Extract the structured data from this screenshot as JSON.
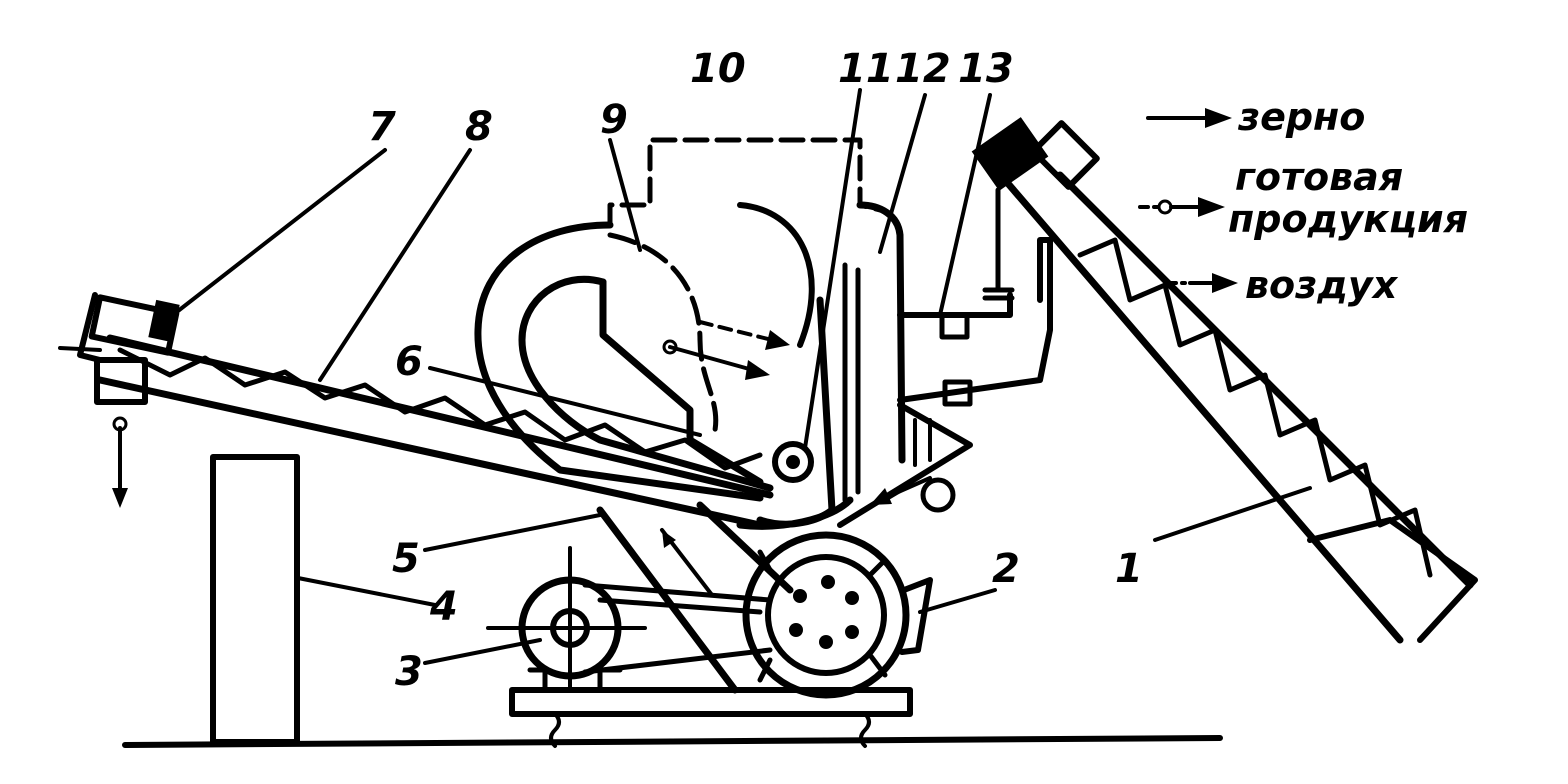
{
  "part_labels": [
    "1",
    "2",
    "3",
    "4",
    "5",
    "6",
    "7",
    "8",
    "9",
    "10",
    "11",
    "12",
    "13"
  ],
  "legend": {
    "grain": "зерно",
    "finished_product_line1": "готовая",
    "finished_product_line2": "продукция",
    "air": "воздух"
  },
  "colors": {
    "ink": "#000000",
    "background": "#ffffff"
  }
}
